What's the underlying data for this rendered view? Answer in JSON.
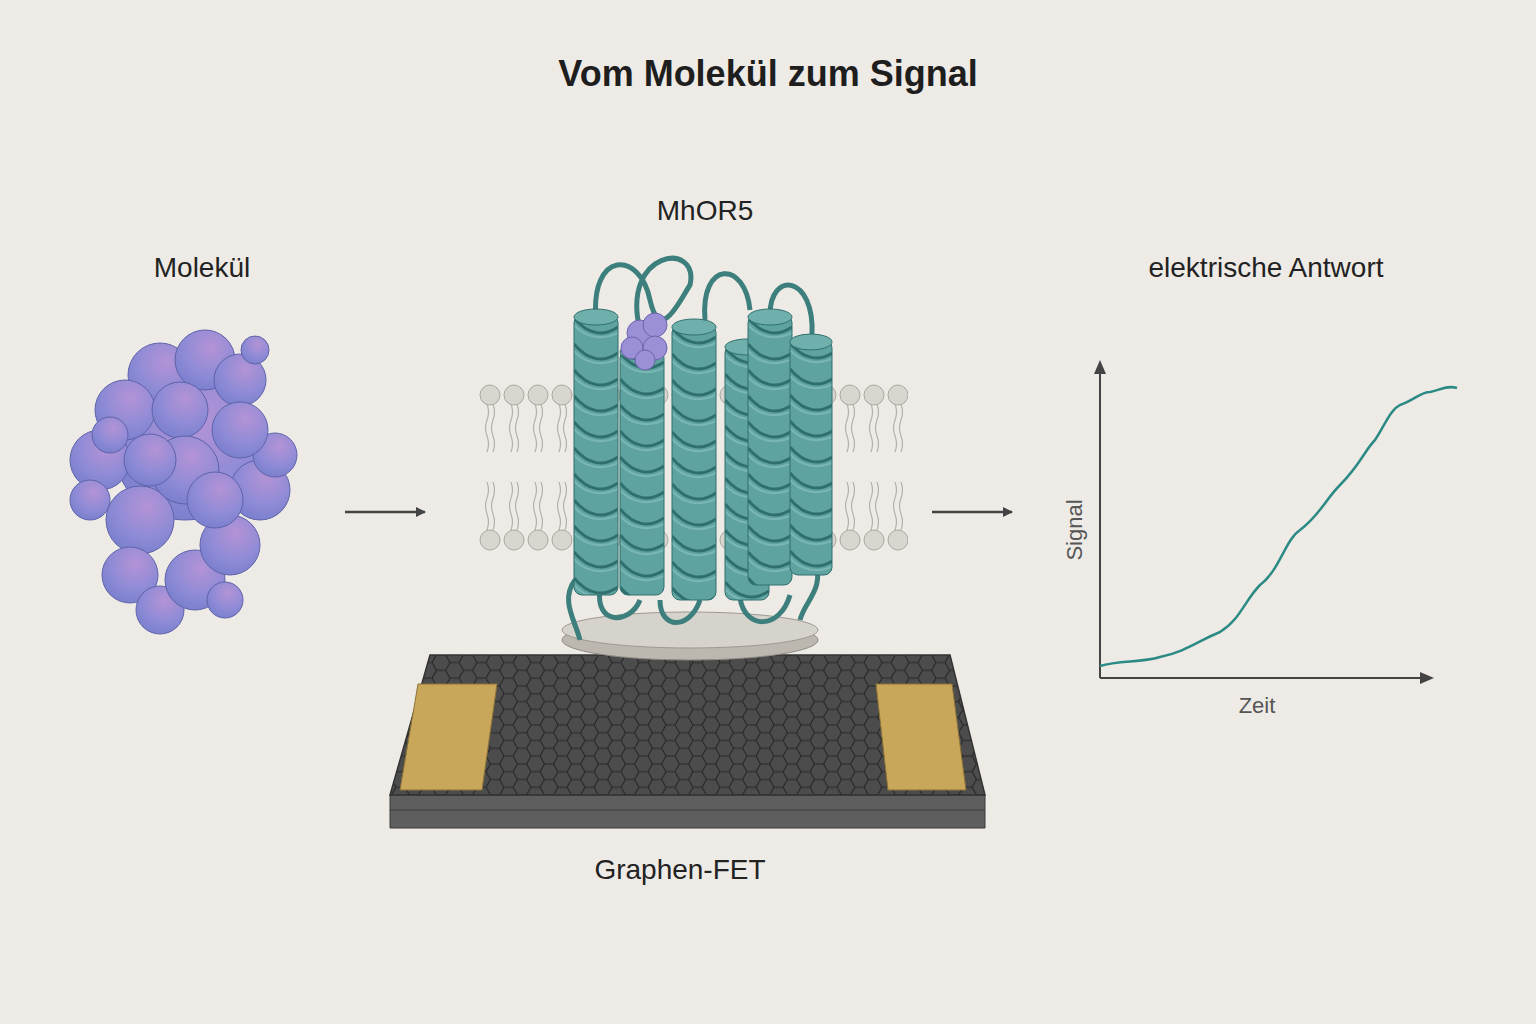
{
  "diagram": {
    "title": "Vom Molekül zum Signal",
    "nodes": [
      {
        "text": [
          "Molekül"
        ]
      },
      {
        "text": [
          "MhOR5"
        ]
      },
      {
        "text": [
          "elektrische Antwort"
        ]
      }
    ],
    "edges": [
      {
        "from": 0,
        "to": 1,
        "arrow": "to"
      },
      {
        "from": 1,
        "to": 2,
        "arrow": "to"
      }
    ],
    "labels": [
      "Graphen-FET",
      "Signal",
      "Zeit"
    ]
  }
}
